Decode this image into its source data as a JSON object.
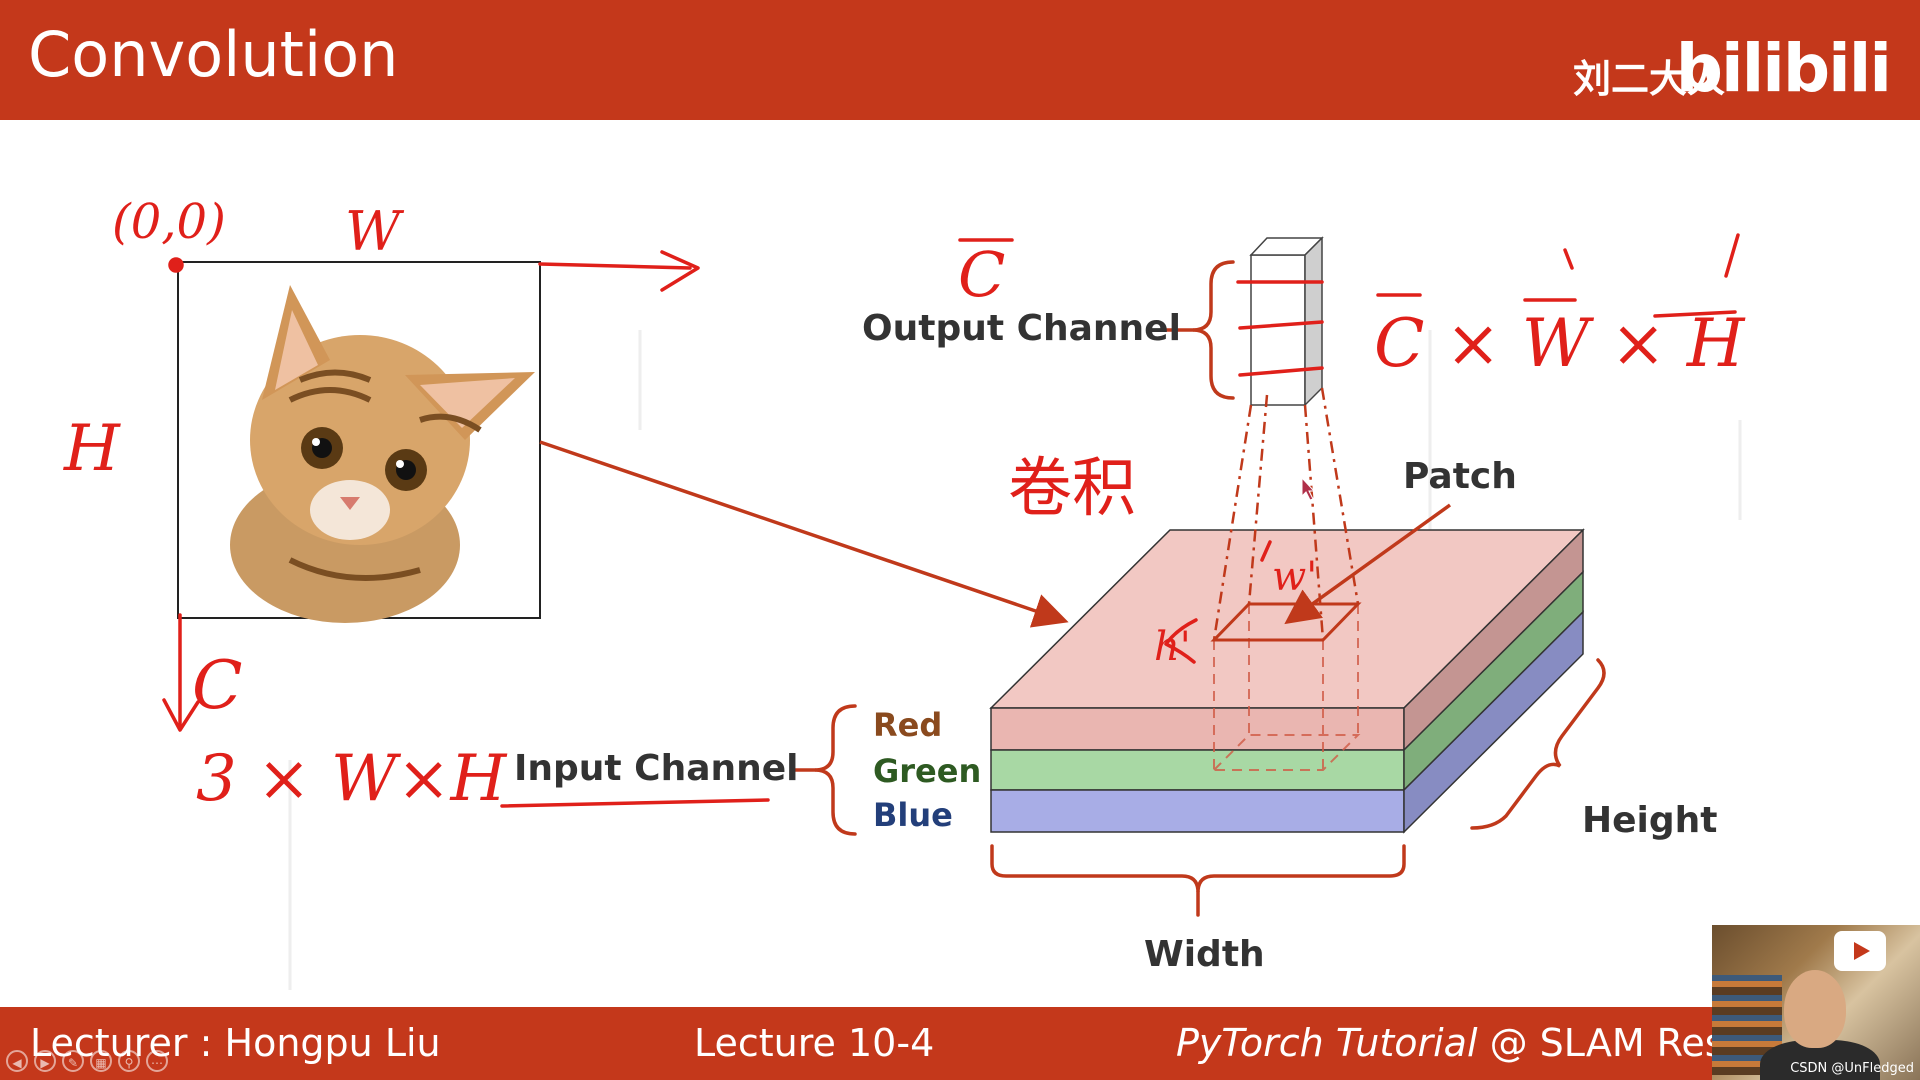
{
  "header": {
    "title": "Convolution",
    "brand_cn": "刘二大人",
    "brand_logo": "bilibili"
  },
  "footer": {
    "lecturer": "Lecturer : Hongpu Liu",
    "lecture": "Lecture 10-4",
    "course": "PyTorch Tutorial",
    "org": " @ SLAM Resea"
  },
  "diagram": {
    "output_channel_label": "Output Channel",
    "patch_label": "Patch",
    "input_channel_label": "Input Channel",
    "red_label": "Red",
    "green_label": "Green",
    "blue_label": "Blue",
    "width_label": "Width",
    "height_label": "Height"
  },
  "annotations": {
    "origin": "(0,0)",
    "w": "W",
    "h": "H",
    "c": "C",
    "input_shape": "3 × W×H",
    "c_bar": "C",
    "output_shape": "C × W × H",
    "conv_cn": "卷积",
    "w_prime": "w'",
    "h_prime": "h'"
  },
  "colors": {
    "accent": "#c4381b",
    "ink": "#e0201a",
    "layer_red": "#eab6b1",
    "layer_green": "#a8d8a4",
    "layer_blue": "#a8ade6",
    "label_red": "#8a4a1e",
    "label_green": "#2e5a22",
    "label_blue": "#233f7a"
  },
  "webcam": {
    "watermark": "CSDN @UnFledged"
  }
}
